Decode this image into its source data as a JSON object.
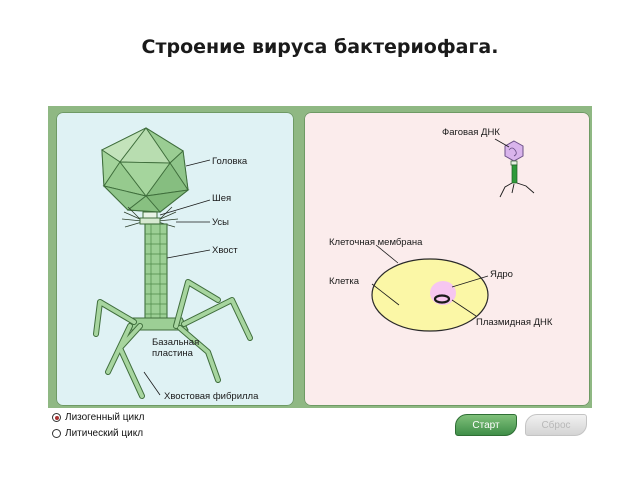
{
  "title": "Строение вируса бактериофага",
  "title_suffix": ".",
  "left_panel": {
    "labels": {
      "head": "Головка",
      "neck": "Шея",
      "whiskers": "Усы",
      "tail": "Хвост",
      "base_plate_line1": "Базальная",
      "base_plate_line2": "пластина",
      "tail_fiber": "Хвостовая фибрилла"
    }
  },
  "right_panel": {
    "labels": {
      "phage_dna": "Фаговая ДНК",
      "cell_membrane": "Клеточная мембрана",
      "cell": "Клетка",
      "nucleus": "Ядро",
      "plasmid_dna": "Плазмидная ДНК"
    }
  },
  "controls": {
    "lysogenic": "Лизогенный цикл",
    "lytic": "Литический цикл",
    "selected": "lysogenic",
    "start": "Старт",
    "reset": "Сброс"
  },
  "colors": {
    "phage_green": "#8fc58a",
    "cell_yellow": "#fbf7a6",
    "nucleus_pink": "#f6c6f0",
    "frame_green": "#8fb883"
  }
}
